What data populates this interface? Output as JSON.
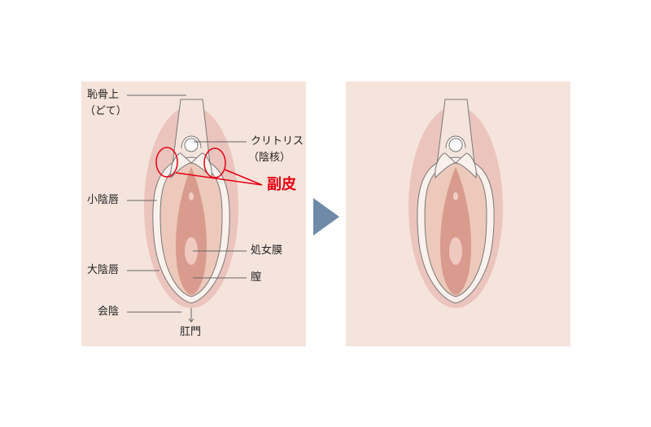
{
  "labels": {
    "mons_pubis": "恥骨上",
    "mons_pubis_alt": "（どて）",
    "clitoris": "クリトリス",
    "clitoris_alt": "（陰核）",
    "accessory_skin": "副皮",
    "labia_minora": "小陰唇",
    "hymen": "処女膜",
    "labia_majora": "大陰唇",
    "vagina": "膣",
    "perineum": "会陰",
    "anus": "肛門"
  },
  "colors": {
    "background": "#f5e4dc",
    "highlight": "#e60012",
    "arrow": "#6e8aa8"
  }
}
